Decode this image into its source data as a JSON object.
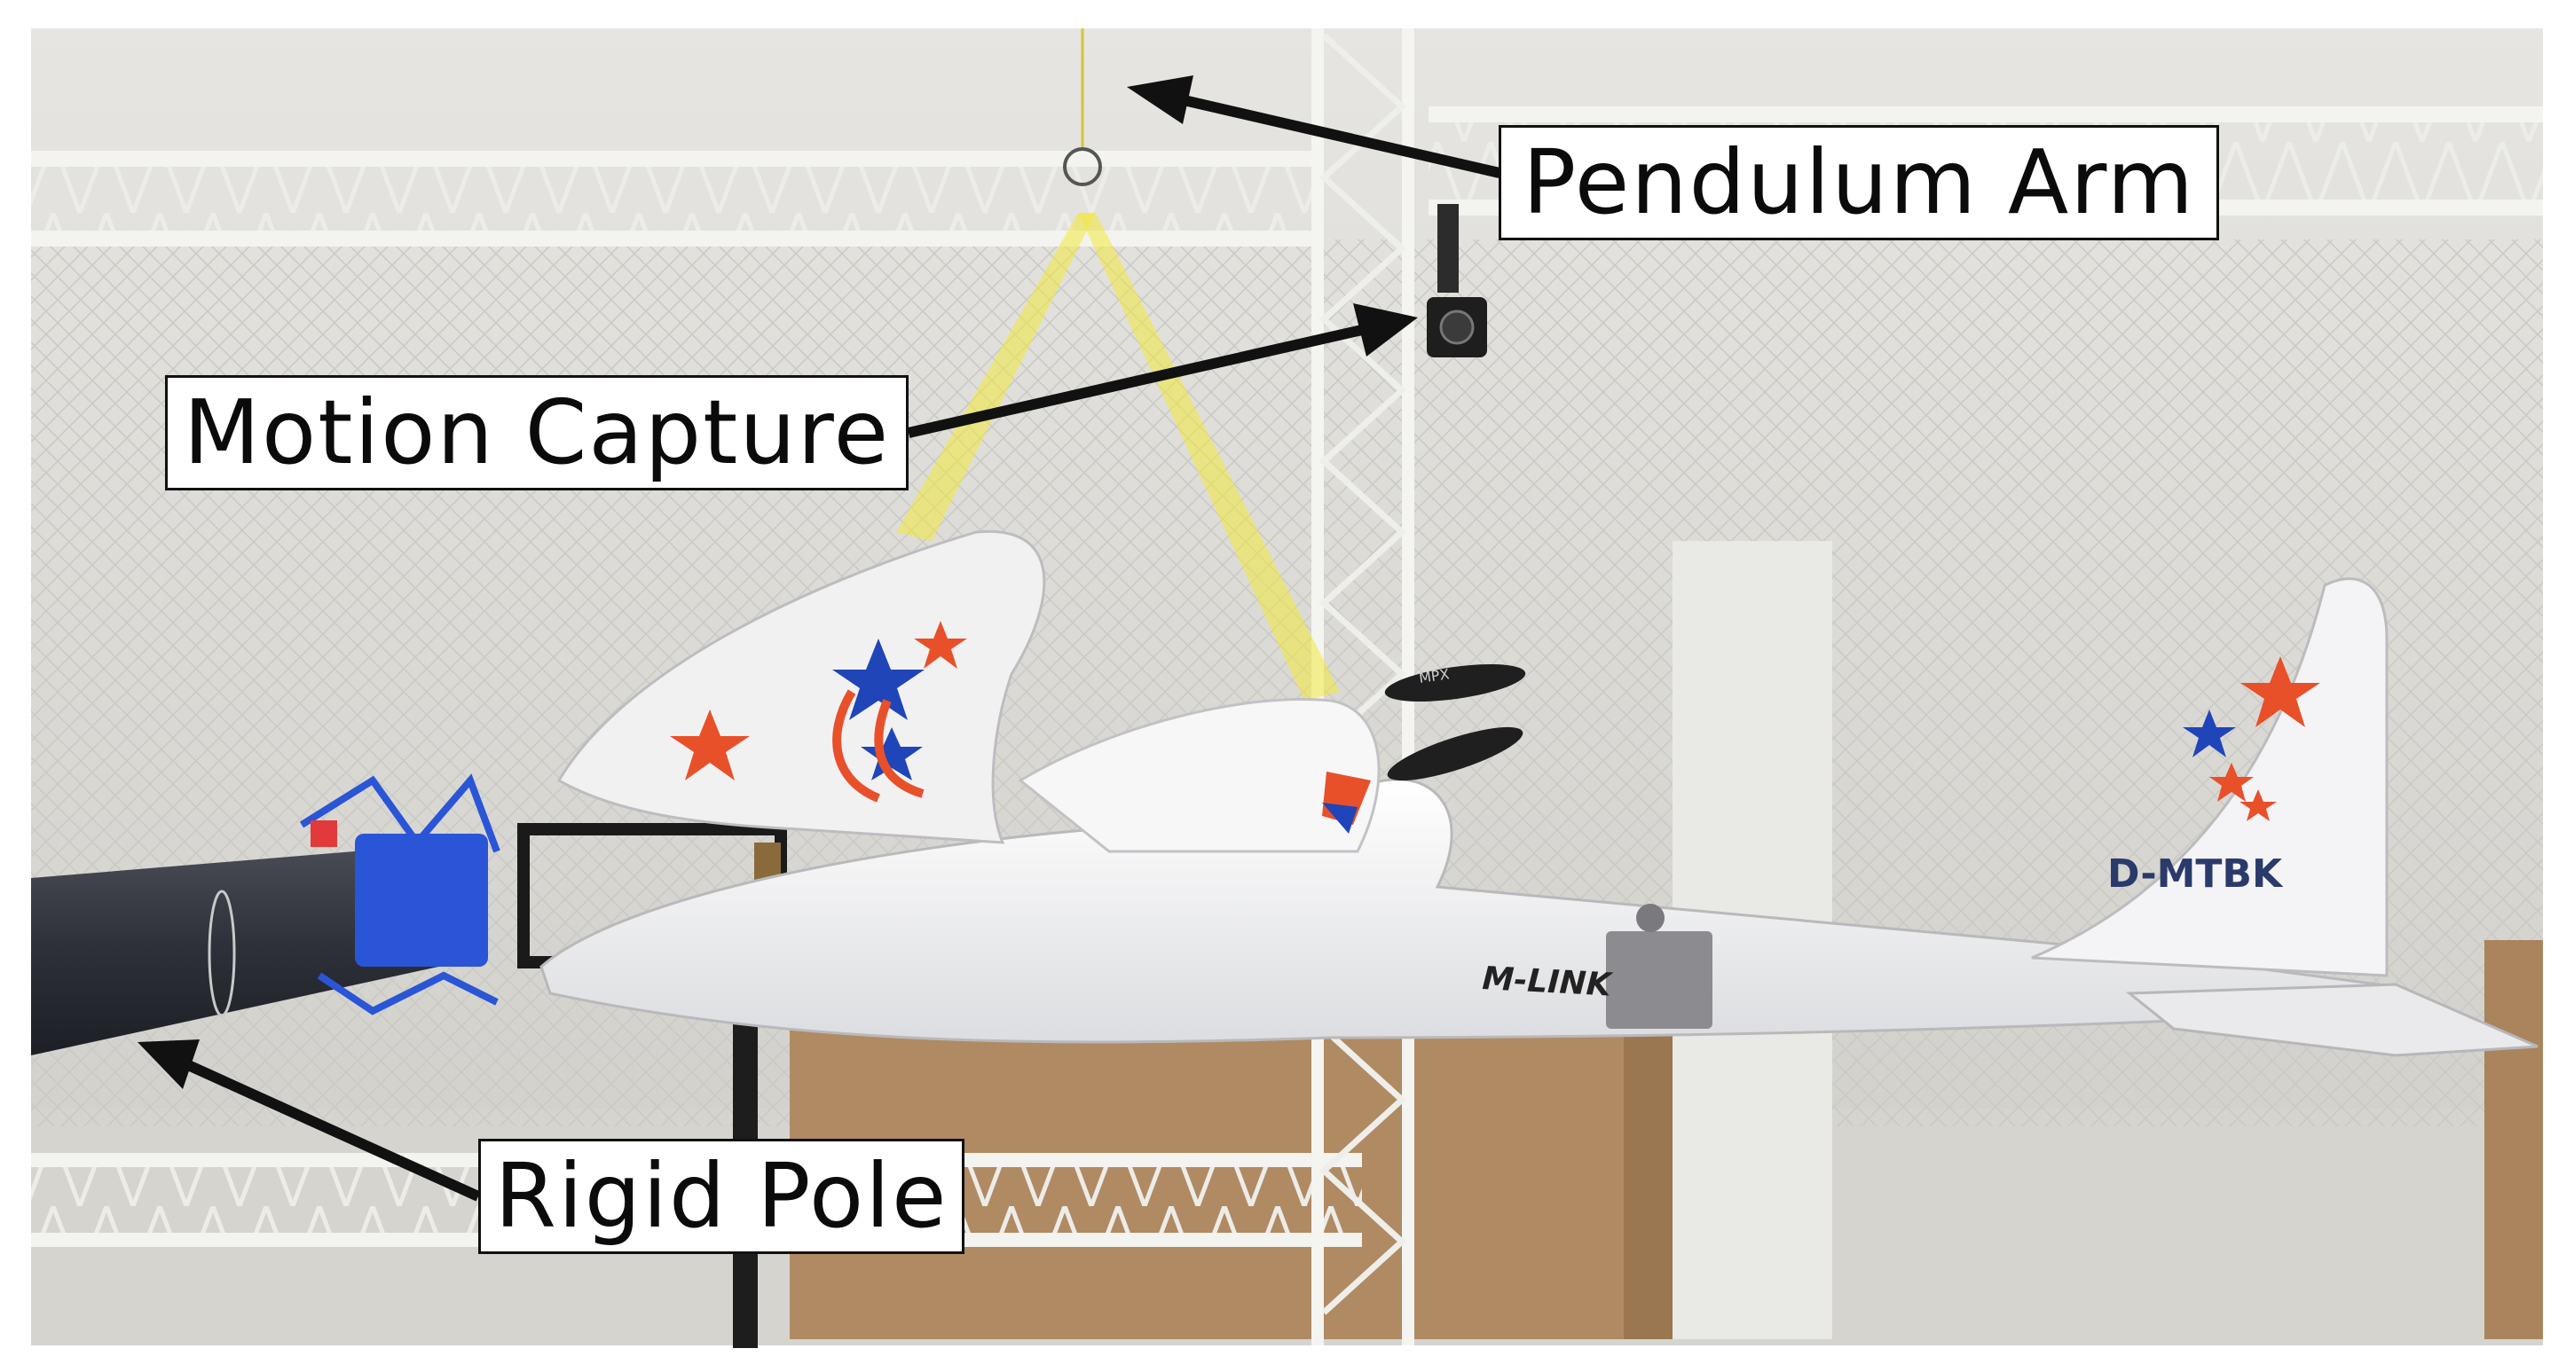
{
  "figure": {
    "labels": {
      "pendulum_arm": "Pendulum Arm",
      "motion_capture": "Motion Capture",
      "rigid_pole": "Rigid Pole"
    },
    "aircraft_markings": {
      "registration": "D-MTBK",
      "fuselage_text": "M-LINK",
      "nose_badge": "MPX"
    },
    "colors": {
      "arrow": "#111111",
      "highlight": "#f2ea3c",
      "star_orange": "#e8502a",
      "star_blue": "#1f45b8",
      "mount_blue": "#2a55d6"
    }
  }
}
